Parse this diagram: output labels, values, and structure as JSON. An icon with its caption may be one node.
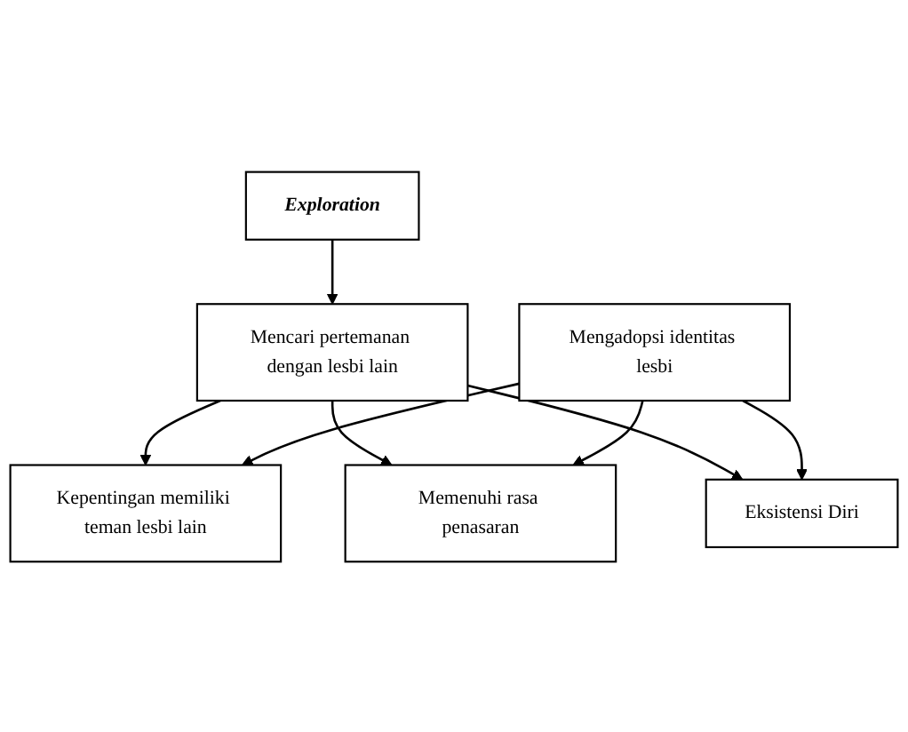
{
  "diagram": {
    "nodes": [
      {
        "text": [
          "Exploration"
        ]
      },
      {
        "text": [
          "Mencari pertemanan dengan lesbi lain"
        ]
      },
      {
        "text": [
          "Kepentingan memiliki teman lesbi lain"
        ]
      },
      {
        "text": [
          "Memenuhi rasa penasaran"
        ]
      },
      {
        "text": [
          "Eksistensi Diri"
        ]
      },
      {
        "text": [
          "Mengadopsi identitas lesbi"
        ]
      }
    ],
    "edges": [
      {
        "from": 0,
        "to": 1,
        "arrow": "to"
      },
      {
        "from": 1,
        "to": 2,
        "arrow": "to"
      },
      {
        "from": 1,
        "to": 3,
        "arrow": "to"
      },
      {
        "from": 1,
        "to": 4,
        "arrow": "to"
      },
      {
        "from": 5,
        "to": 2,
        "arrow": "to"
      },
      {
        "from": 5,
        "to": 3,
        "arrow": "to"
      },
      {
        "from": 5,
        "to": 4,
        "arrow": "to"
      }
    ]
  }
}
